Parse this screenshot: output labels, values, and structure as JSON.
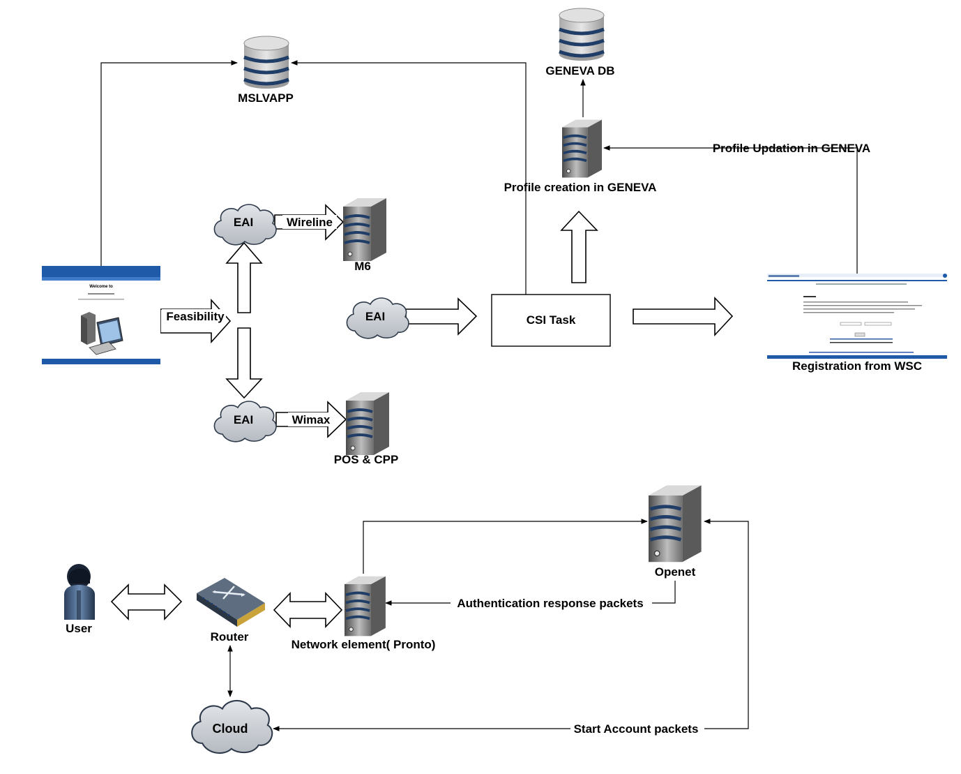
{
  "nodes": {
    "mslvapp": "MSLVAPP",
    "geneva_db": "GENEVA DB",
    "profile_creation": "Profile creation in GENEVA",
    "eai_top": "EAI",
    "eai_mid": "EAI",
    "eai_bottom": "EAI",
    "m6": "M6",
    "pos_cpp": "POS & CPP",
    "csi_task": "CSI Task",
    "registration_wsc": "Registration from WSC",
    "user": "User",
    "router": "Router",
    "network_element": "Network element( Pronto)",
    "openet": "Openet",
    "cloud": "Cloud"
  },
  "edges": {
    "feasibility": "Feasibility",
    "wireline": "Wireline",
    "wimax": "Wimax",
    "profile_updation": "Profile Updation in GENEVA",
    "auth_response": "Authentication response packets",
    "start_account": "Start Account packets"
  },
  "portal_screen": {
    "welcome": "Welcome to"
  },
  "colors": {
    "line": "#000000",
    "cloud_fill": "#c9cdd2",
    "db_fill": "#c8c8c8",
    "db_band": "#1f3d66",
    "server_fill": "#8a8a8a",
    "portal_bar": "#1e5aa8"
  }
}
